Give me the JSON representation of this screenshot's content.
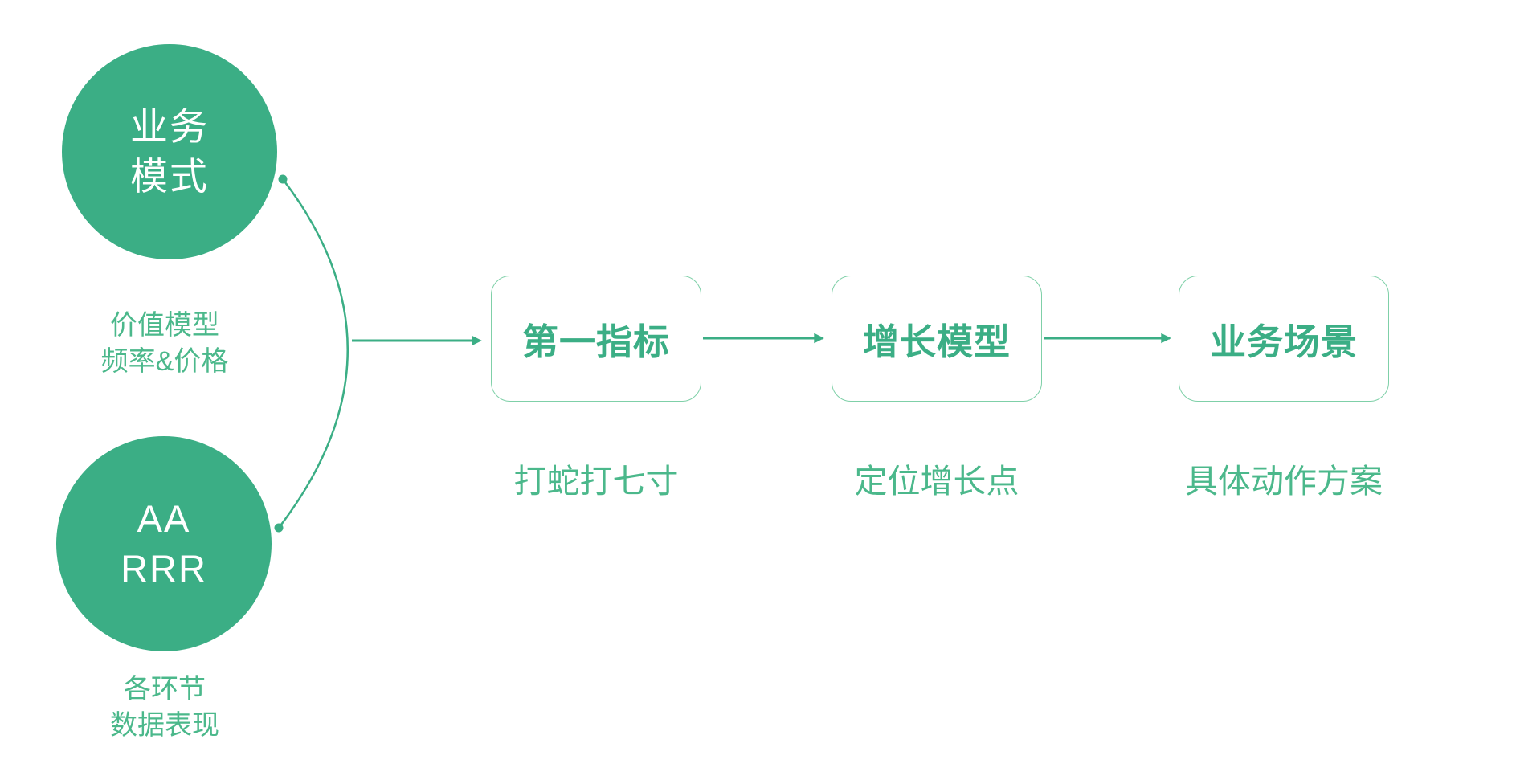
{
  "theme": {
    "accent_green": "#3bae85",
    "label_green": "#4bb88b",
    "border_green": "#7fd0a8",
    "circle_text": "#ffffff",
    "background": "#ffffff"
  },
  "diagram": {
    "inputs": [
      {
        "id": "business-model",
        "title_lines": [
          "业务",
          "模式"
        ],
        "caption_lines": [
          "价值模型",
          "频率&价格"
        ]
      },
      {
        "id": "aarrr",
        "title_lines": [
          "AA",
          "RRR"
        ],
        "caption_lines": [
          "各环节",
          "数据表现"
        ]
      }
    ],
    "steps": [
      {
        "id": "first-metric",
        "title": "第一指标",
        "caption": "打蛇打七寸"
      },
      {
        "id": "growth-model",
        "title": "增长模型",
        "caption": "定位增长点"
      },
      {
        "id": "business-scenario",
        "title": "业务场景",
        "caption": "具体动作方案"
      }
    ]
  }
}
